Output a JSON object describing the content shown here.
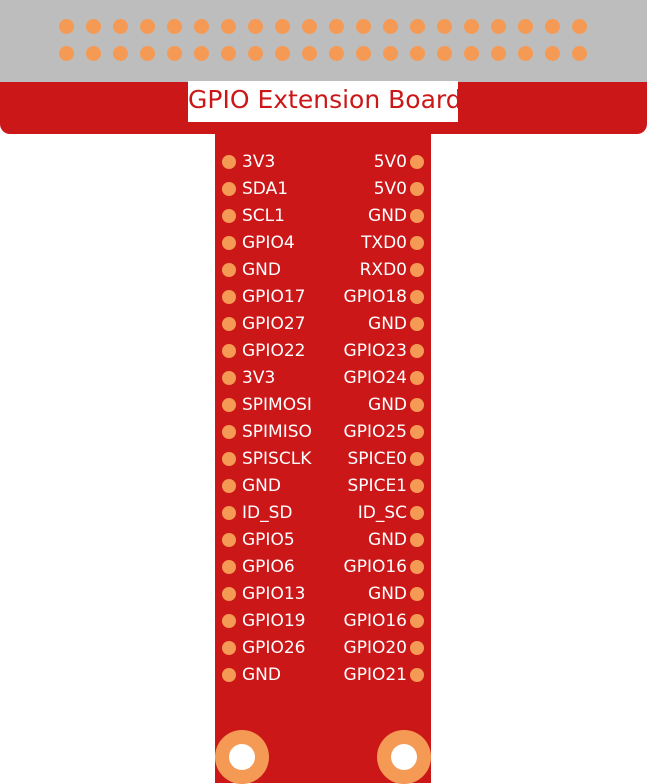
{
  "board": {
    "title": "GPIO Extension Board",
    "colors": {
      "board_red": "#cc1719",
      "pin_orange": "#f59a55",
      "connector_gray": "#bdbdbd",
      "label_white": "#ffffff"
    },
    "header_connector": {
      "rows": 2,
      "pins_per_row": 20
    },
    "pins": [
      {
        "left": "3V3",
        "right": "5V0"
      },
      {
        "left": "SDA1",
        "right": "5V0"
      },
      {
        "left": "SCL1",
        "right": "GND"
      },
      {
        "left": "GPIO4",
        "right": "TXD0"
      },
      {
        "left": "GND",
        "right": "RXD0"
      },
      {
        "left": "GPIO17",
        "right": "GPIO18"
      },
      {
        "left": "GPIO27",
        "right": "GND"
      },
      {
        "left": "GPIO22",
        "right": "GPIO23"
      },
      {
        "left": "3V3",
        "right": "GPIO24"
      },
      {
        "left": "SPIMOSI",
        "right": "GND"
      },
      {
        "left": "SPIMISO",
        "right": "GPIO25"
      },
      {
        "left": "SPISCLK",
        "right": "SPICE0"
      },
      {
        "left": "GND",
        "right": "SPICE1"
      },
      {
        "left": "ID_SD",
        "right": "ID_SC"
      },
      {
        "left": "GPIO5",
        "right": "GND"
      },
      {
        "left": "GPIO6",
        "right": "GPIO16"
      },
      {
        "left": "GPIO13",
        "right": "GND"
      },
      {
        "left": "GPIO19",
        "right": "GPIO16"
      },
      {
        "left": "GPIO26",
        "right": "GPIO20"
      },
      {
        "left": "GND",
        "right": "GPIO21"
      }
    ]
  }
}
